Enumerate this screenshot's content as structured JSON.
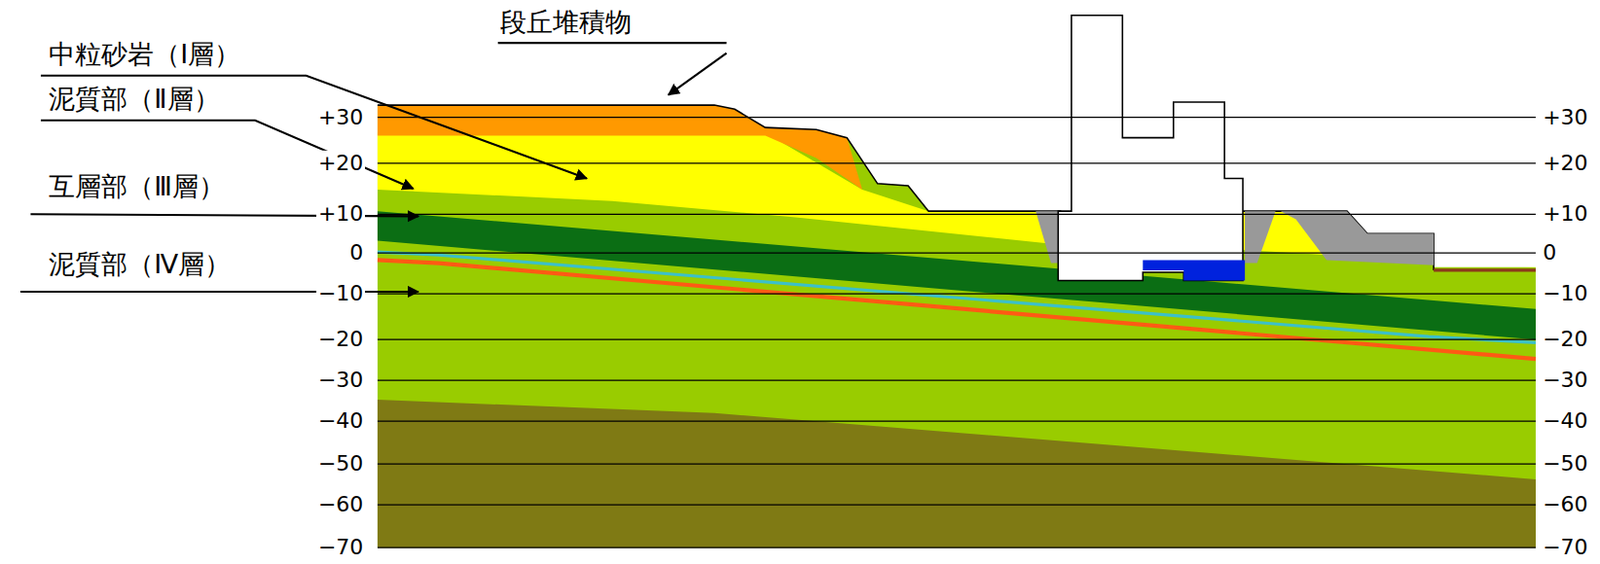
{
  "diagram": {
    "labels": [
      "段丘堆積物",
      "中粒砂岩（Ⅰ層）",
      "泥質部（Ⅱ層）",
      "互層部（Ⅲ層）",
      "泥質部（Ⅳ層）",
      "+30",
      "+20",
      "+10",
      "0",
      "−10",
      "−20",
      "−30",
      "−40",
      "−50",
      "−60",
      "−70",
      "+30",
      "+20",
      "+10",
      "0",
      "−10",
      "−20",
      "−30",
      "−40",
      "−50",
      "−60",
      "−70"
    ]
  }
}
